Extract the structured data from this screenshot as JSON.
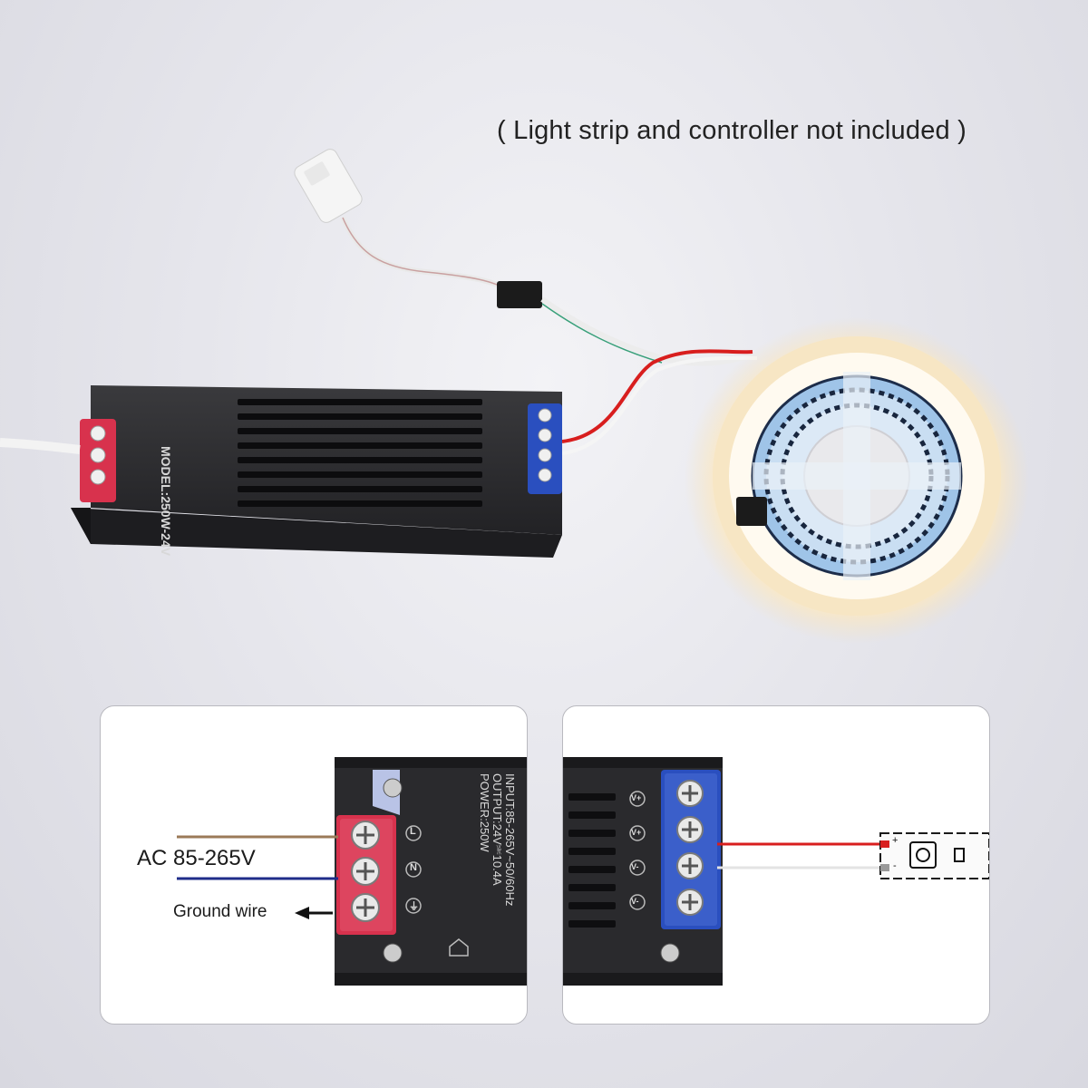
{
  "note": "( Light strip and controller not included )",
  "power_supply": {
    "model": "MODEL:250W-24V",
    "input": "INPUT:85-265V~50/60Hz",
    "output": "OUTPUT:24V⎃10.4A",
    "power": "POWER:250W",
    "input_terminal_labels": [
      "L",
      "N",
      "⏚"
    ],
    "output_terminal_labels": [
      "V+",
      "V+",
      "V-",
      "V-"
    ]
  },
  "left_panel": {
    "ac_label": "AC 85-265V",
    "ground_label": "Ground wire"
  },
  "right_panel": {
    "strip_plus": "+",
    "strip_minus": "-"
  },
  "colors": {
    "input_terminal": "#d8324d",
    "output_terminal": "#2a4fbf",
    "case": "#2a2a2c",
    "led_glow": "#fff3d6",
    "wire_brown": "#9b7a58",
    "wire_blue": "#1f2d8a",
    "wire_red": "#d81e1e"
  }
}
